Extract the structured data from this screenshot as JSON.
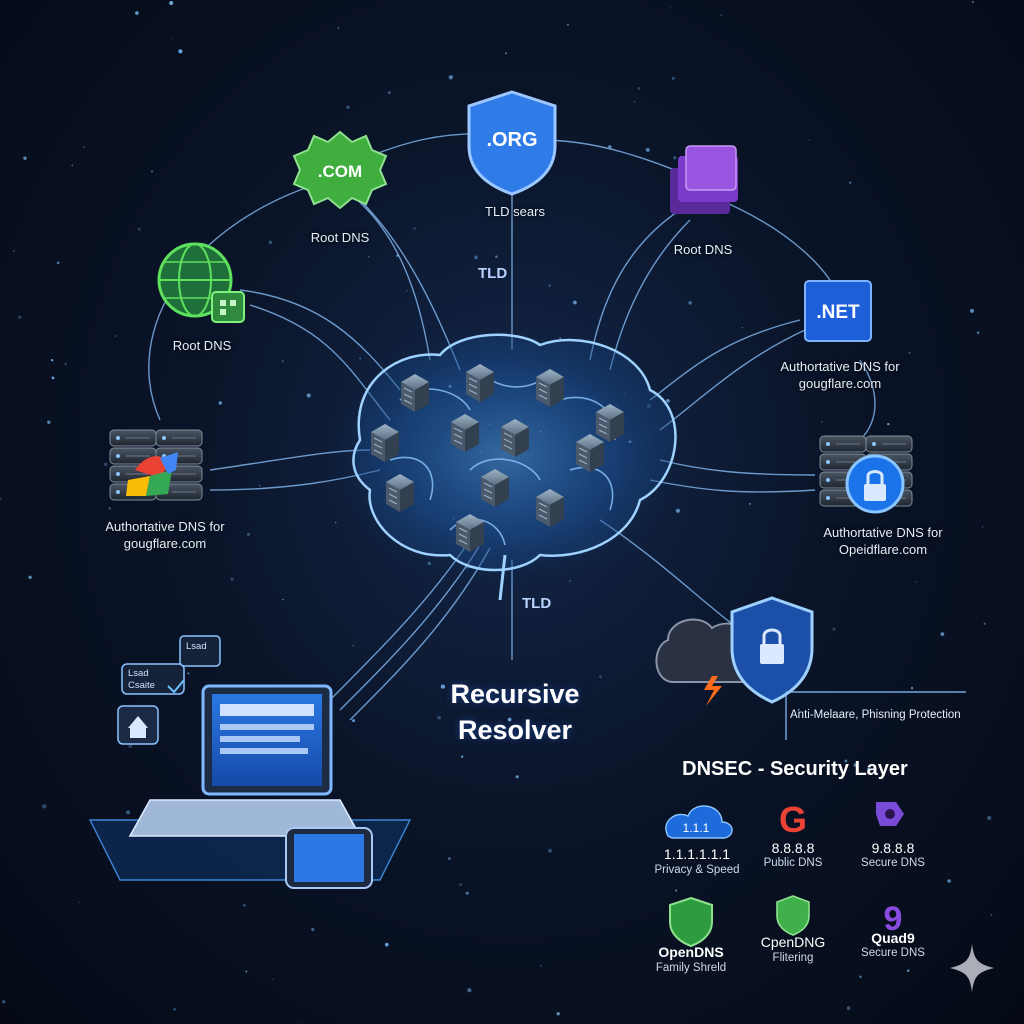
{
  "center": {
    "title_line1": "Recursive",
    "title_line2": "Resolver"
  },
  "tld_nodes": {
    "org": {
      "badge": ".ORG",
      "label": "TLD sears"
    },
    "com": {
      "badge": ".COM",
      "label": "Root DNS"
    },
    "purple": {
      "label": "Root DNS"
    },
    "globe": {
      "label": "Root DNS"
    },
    "net": {
      "badge": ".NET",
      "label_line1": "Authortative DNS for",
      "label_line2": "gougflare.com"
    }
  },
  "servers": {
    "left": {
      "label_line1": "Authortative DNS for",
      "label_line2": "gougflare.com"
    },
    "right": {
      "label_line1": "Authortative DNS for",
      "label_line2": "Opeidflare.com"
    }
  },
  "link_tags": {
    "upper": "TLD",
    "lower": "TLD"
  },
  "client": {
    "bubble_1": "Lsad",
    "bubble_2": "Csaite",
    "bubble_3": "Lsad"
  },
  "security": {
    "protection_label": "Anti-Melaare, Phisning Protection",
    "title": "DNSEC - Security Layer"
  },
  "providers": [
    {
      "icon_text": "1.1.1",
      "main": "1.1.1.1.1.1",
      "sub": "Privacy & Speed",
      "color": "#1e6bdc"
    },
    {
      "icon_text": "G",
      "main": "8.8.8.8",
      "sub": "Public DNS",
      "color": "#ea4335"
    },
    {
      "icon_text": "",
      "main": "9.8.8.8",
      "sub": "Secure DNS",
      "color": "#7a4ad8"
    },
    {
      "icon_text": "",
      "main": "OpenDNS",
      "sub": "Family Shreld",
      "color": "#2e9b3e"
    },
    {
      "icon_text": "",
      "main": "CpenDNG",
      "sub": "Flitering",
      "color": "#3fb04a"
    },
    {
      "icon_text": "9",
      "main": "Quad9",
      "sub": "Secure DNS",
      "color": "#7b3fd0"
    }
  ],
  "colors": {
    "glow": "#4aa3ff",
    "line": "#8cc4ff",
    "com_green": "#3fae3f",
    "org_blue": "#2f7be8",
    "purple": "#8e44d6",
    "net_blue": "#1d5fd8",
    "lock_blue": "#1a73e8"
  }
}
